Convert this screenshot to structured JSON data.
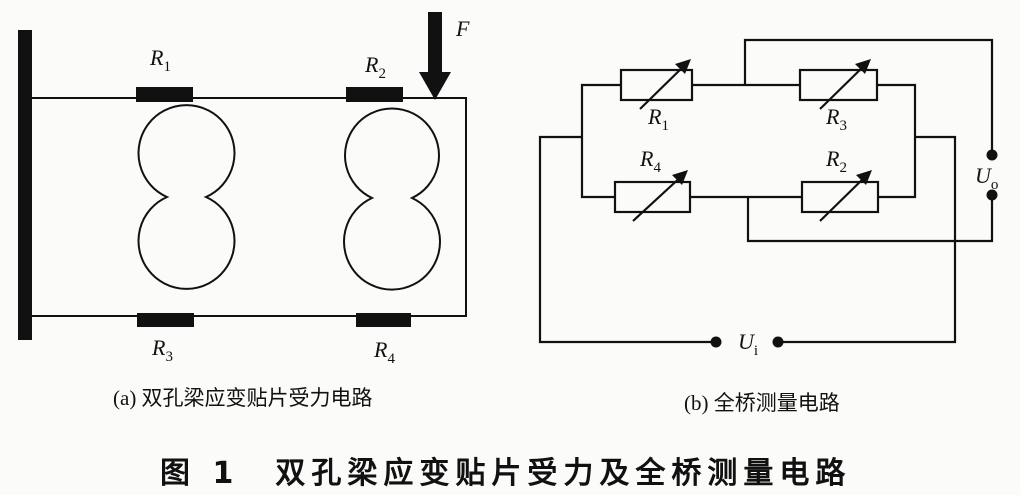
{
  "labels": {
    "force": "F",
    "a_R1": {
      "main": "R",
      "sub": "1"
    },
    "a_R2": {
      "main": "R",
      "sub": "2"
    },
    "a_R3": {
      "main": "R",
      "sub": "3"
    },
    "a_R4": {
      "main": "R",
      "sub": "4"
    },
    "b_R1": {
      "main": "R",
      "sub": "1"
    },
    "b_R3": {
      "main": "R",
      "sub": "3"
    },
    "b_R4": {
      "main": "R",
      "sub": "4"
    },
    "b_R2": {
      "main": "R",
      "sub": "2"
    },
    "Uo": {
      "main": "U",
      "sub": "o"
    },
    "Ui": {
      "main": "U",
      "sub": "i"
    }
  },
  "captions": {
    "a": "(a) 双孔梁应变贴片受力电路",
    "b": "(b) 全桥测量电路",
    "figure": "图 1　双孔梁应变贴片受力及全桥测量电路"
  }
}
